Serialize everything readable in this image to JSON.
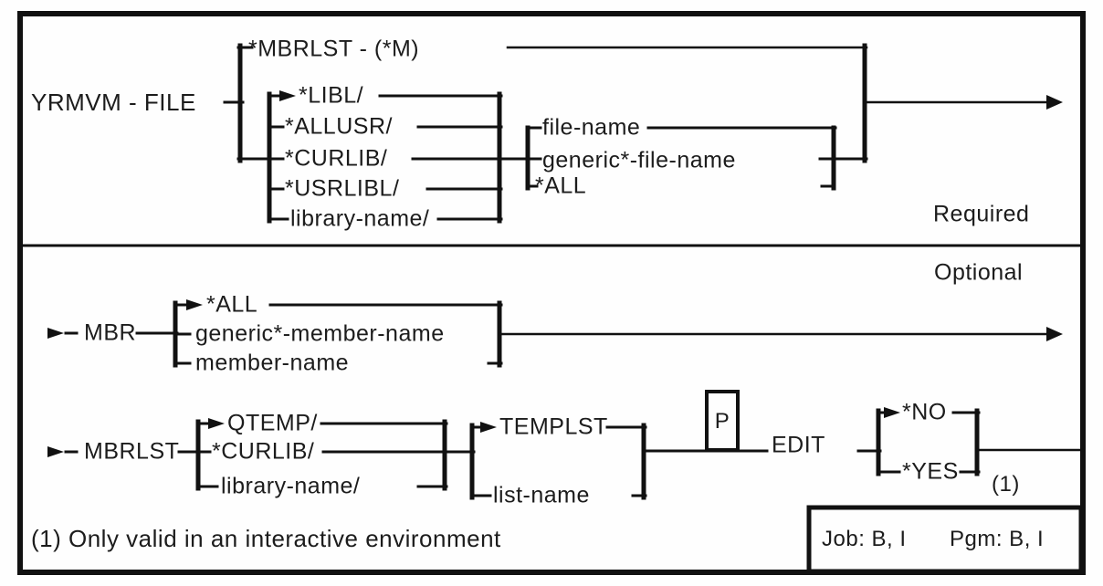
{
  "diagram": {
    "title_row": {
      "command_file": "YRMVM - FILE"
    },
    "required": {
      "badge": "Required",
      "mbrlst_option": "*MBRLST - (*M)",
      "library_options": [
        "*LIBL/",
        "*ALLUSR/",
        "*CURLIB/",
        "*USRLIBL/",
        "library-name/"
      ],
      "file_options": [
        "file-name",
        "generic*-file-name",
        "*ALL"
      ]
    },
    "optional": {
      "badge": "Optional",
      "mbr": {
        "keyword": "MBR",
        "options": [
          "*ALL",
          "generic*-member-name",
          "member-name"
        ]
      },
      "mbrlst": {
        "keyword": "MBRLST",
        "library_options": [
          "QTEMP/",
          "*CURLIB/",
          "library-name/"
        ],
        "list_options": [
          "TEMPLST",
          "list-name"
        ],
        "prompt_indicator": "P",
        "edit": {
          "keyword": "EDIT",
          "options": [
            "*NO",
            "*YES"
          ],
          "footnote_ref": "(1)"
        }
      }
    },
    "footnote": "(1) Only valid in an interactive environment",
    "environment": {
      "job": "Job: B, I",
      "pgm": "Pgm: B, I"
    }
  }
}
